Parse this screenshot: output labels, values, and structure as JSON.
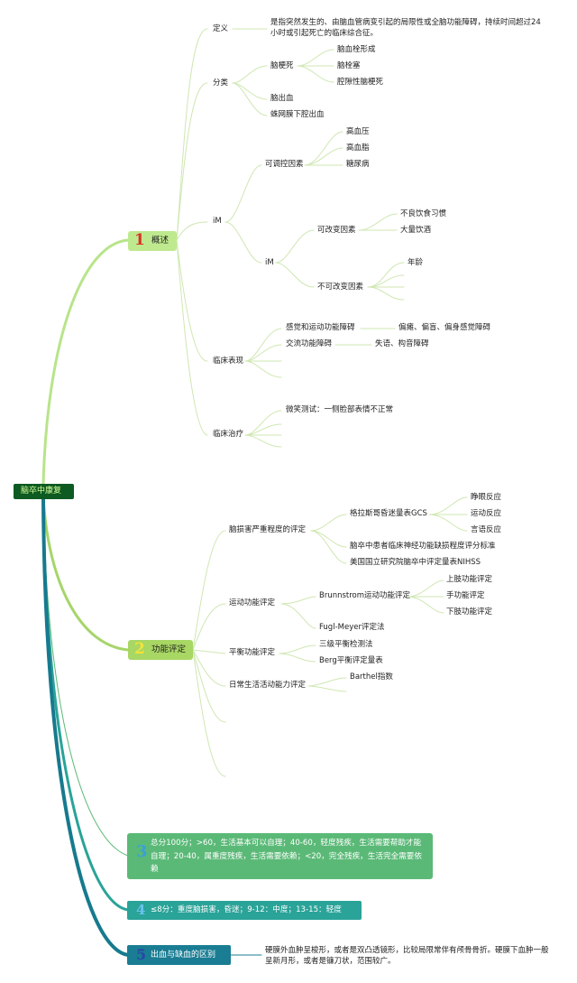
{
  "root": "脑卒中康复",
  "b1": {
    "num": "1",
    "label": "概述",
    "def_label": "定义",
    "def_text": "是指突然发生的、由脑血管病变引起的局限性或全脑功能障碍，持续时间超过24小时或引起死亡的临床综合征。",
    "cls_label": "分类",
    "infarct": "脑梗死",
    "infarct_items": [
      "脑血栓形成",
      "脑栓塞",
      "腔隙性脑梗死"
    ],
    "hemorrhage": "脑出血",
    "sah": "蛛网膜下腔出血",
    "risk1": "iM",
    "controllable": "可调控因素",
    "controllable_items": [
      "高血压",
      "高血脂",
      "糖尿病"
    ],
    "risk2": "iM",
    "modifiable": "可改变因素",
    "modifiable_items": [
      "不良饮食习惯",
      "大量饮酒"
    ],
    "unmodifiable": "不可改变因素",
    "unmodifiable_items": [
      "年龄"
    ],
    "clinical": "临床表现",
    "sensory": "感觉和运动功能障碍",
    "sensory_detail": "偏瘫、偏盲、偏身感觉障碍",
    "comm": "交流功能障碍",
    "comm_detail": "失语、构音障碍",
    "treatment": "临床治疗",
    "smile": "微笑测试：一侧脸部表情不正常"
  },
  "b2": {
    "num": "2",
    "label": "功能评定",
    "brain": "脑损害严重程度的评定",
    "gcs": "格拉斯哥昏迷量表GCS",
    "gcs_items": [
      "睁眼反应",
      "运动反应",
      "言语反应"
    ],
    "nihss_cn": "脑卒中患者临床神经功能缺损程度评分标准",
    "nihss": "美国国立研究院脑卒中评定量表NIHSS",
    "motor": "运动功能评定",
    "brunnstrom": "Brunnstrom运动功能评定",
    "brunnstrom_items": [
      "上肢功能评定",
      "手功能评定",
      "下肢功能评定"
    ],
    "fugl": "Fugl-Meyer评定法",
    "balance": "平衡功能评定",
    "balance_items": [
      "三级平衡检测法",
      "Berg平衡评定量表"
    ],
    "adl": "日常生活活动能力评定",
    "barthel": "Barthel指数"
  },
  "b3": {
    "num": "3",
    "text": "总分100分；>60，生活基本可以自理；40-60，轻度残疾，生活需要帮助才能自理；20-40，属重度残疾，生活需要依赖；<20，完全残疾，生活完全需要依赖"
  },
  "b4": {
    "num": "4",
    "text": "≤8分：重度脑损害，昏迷；9-12：中度；13-15：轻度"
  },
  "b5": {
    "num": "5",
    "label": "出血与缺血的区别",
    "text": "硬膜外血肿呈梭形，或者是双凸透镜形，比较局限常伴有颅骨骨折。硬膜下血肿一般呈新月形，或者是镰刀状，范围较广。"
  },
  "colors": {
    "root": "#0d5a22",
    "b1": "#b3e07e",
    "b2": "#9fcf5c",
    "b3": "#5bb977",
    "b4": "#2aa398",
    "b5": "#1a7d93"
  }
}
